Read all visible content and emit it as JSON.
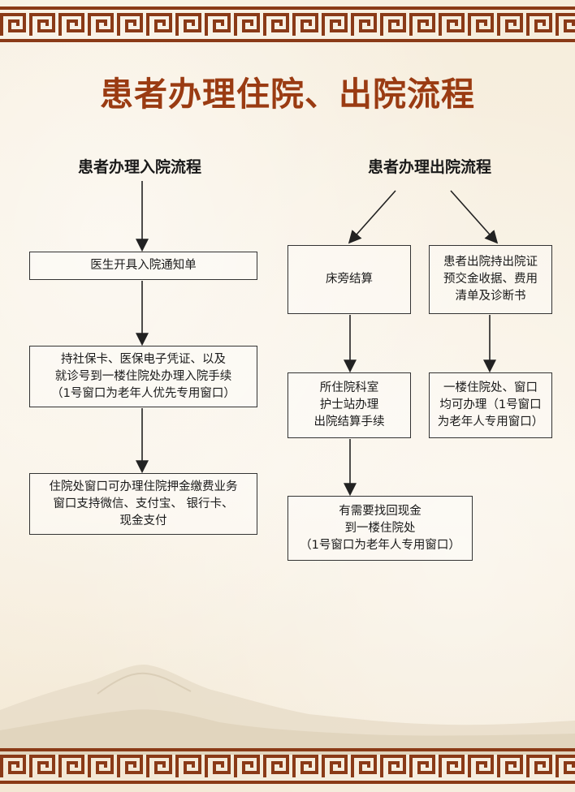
{
  "title": "患者办理住院、出院流程",
  "admission": {
    "heading": "患者办理入院流程",
    "steps": [
      "医生开具入院通知单",
      "持社保卡、医保电子凭证、以及\n就诊号到一楼住院处办理入院手续\n（1号窗口为老年人优先专用窗口）",
      "住院处窗口可办理住院押金缴费业务\n窗口支持微信、支付宝、 银行卡、\n现金支付"
    ]
  },
  "discharge": {
    "heading": "患者办理出院流程",
    "left_branch": [
      "床旁结算",
      "所住院科室\n护士站办理\n出院结算手续",
      "有需要找回现金\n到一楼住院处\n（1号窗口为老年人专用窗口）"
    ],
    "right_branch": [
      "患者出院持出院证\n预交金收据、费用\n清单及诊断书",
      "一楼住院处、窗口\n均可办理（1号窗口\n为老年人专用窗口）"
    ]
  },
  "colors": {
    "title": "#9a3b12",
    "border": "#8a3a17",
    "text": "#1a1a1a"
  }
}
